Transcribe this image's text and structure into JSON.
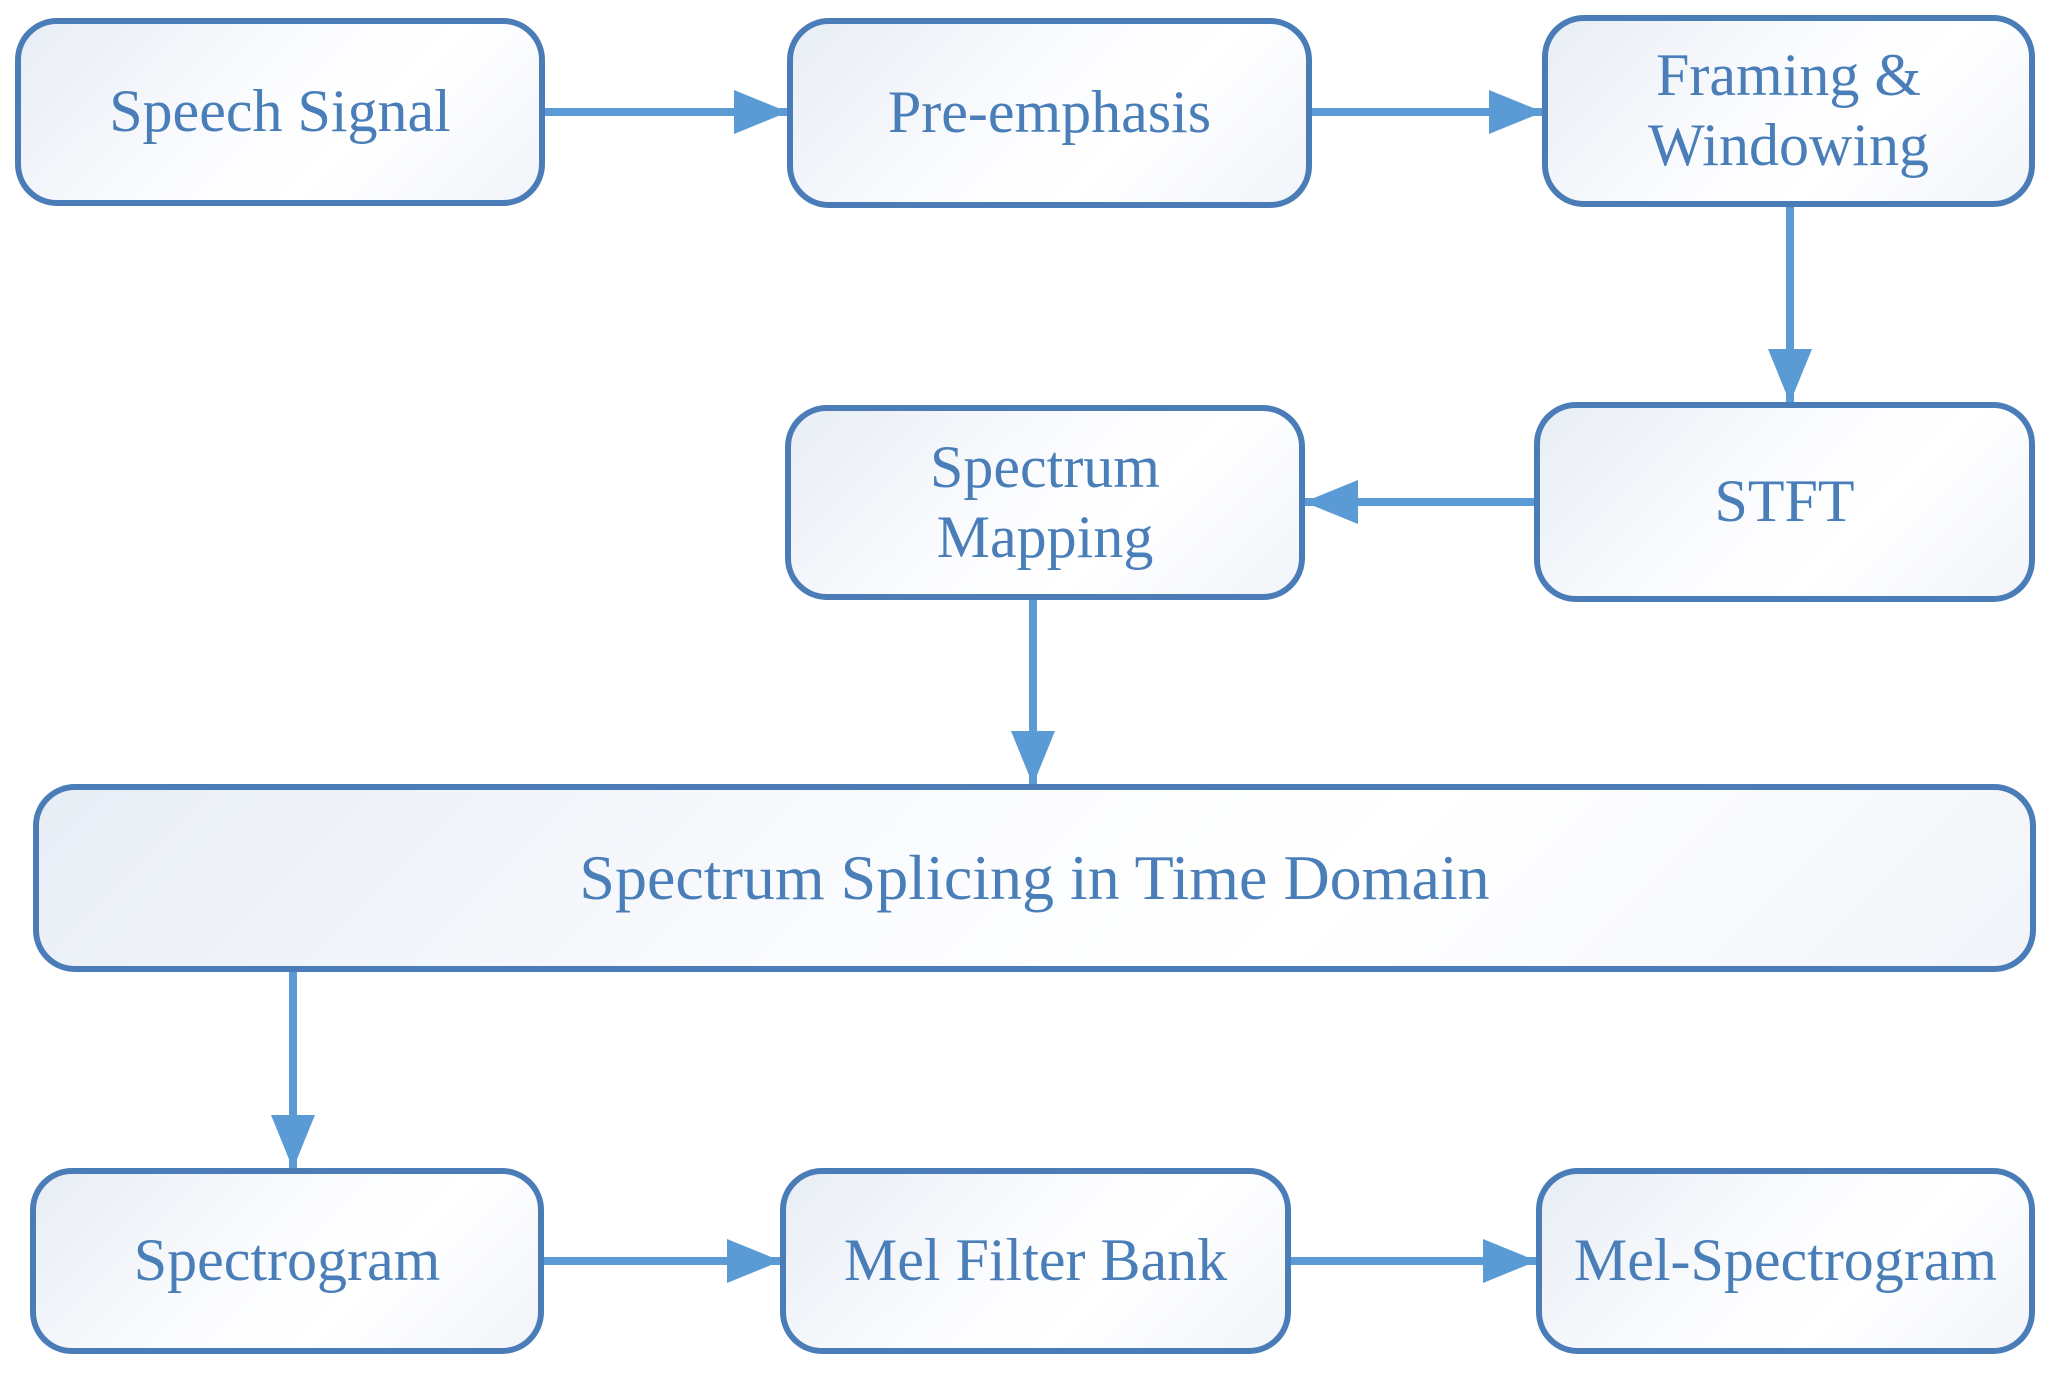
{
  "diagram_type": "flowchart",
  "colors": {
    "box_border": "#4a7db8",
    "box_text": "#4a7eb8",
    "arrow": "#5b9bd5",
    "box_fill_light": "#e8edf5",
    "box_fill_white": "#ffffff",
    "background": "#ffffff"
  },
  "nodes": {
    "speech_signal": {
      "label": "Speech Signal"
    },
    "pre_emphasis": {
      "label": "Pre-emphasis"
    },
    "framing_windowing": {
      "label": "Framing & Windowing"
    },
    "spectrum_mapping": {
      "label": "Spectrum Mapping"
    },
    "stft": {
      "label": "STFT"
    },
    "spectrum_splicing": {
      "label": "Spectrum Splicing in Time Domain"
    },
    "spectrogram": {
      "label": "Spectrogram"
    },
    "mel_filter_bank": {
      "label": "Mel Filter Bank"
    },
    "mel_spectrogram": {
      "label": "Mel-Spectrogram"
    }
  },
  "edges": [
    {
      "from": "speech_signal",
      "to": "pre_emphasis",
      "direction": "right"
    },
    {
      "from": "pre_emphasis",
      "to": "framing_windowing",
      "direction": "right"
    },
    {
      "from": "framing_windowing",
      "to": "stft",
      "direction": "down"
    },
    {
      "from": "stft",
      "to": "spectrum_mapping",
      "direction": "left"
    },
    {
      "from": "spectrum_mapping",
      "to": "spectrum_splicing",
      "direction": "down"
    },
    {
      "from": "spectrum_splicing",
      "to": "spectrogram",
      "direction": "down"
    },
    {
      "from": "spectrogram",
      "to": "mel_filter_bank",
      "direction": "right"
    },
    {
      "from": "mel_filter_bank",
      "to": "mel_spectrogram",
      "direction": "right"
    }
  ]
}
